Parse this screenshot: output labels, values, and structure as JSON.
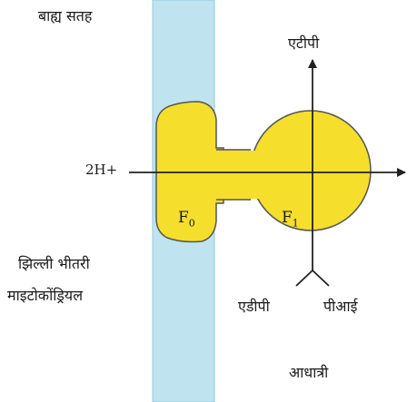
{
  "labels": {
    "outer_surface": "बाह्य सतह",
    "atp": "एटीपी",
    "proton": "2H+",
    "f0_base": "F",
    "f0_sub": "0",
    "f1_base": "F",
    "f1_sub": "1",
    "membrane_line1": "झिल्ली भीतरी",
    "membrane_line2": "माइटोकोंड्रियल",
    "adp": "एडीपी",
    "pi": "पीआई",
    "matrix": "आधात्री"
  },
  "colors": {
    "membrane_fill": "#bfe3ef",
    "membrane_edge": "#8fcbe0",
    "enzyme_fill": "#f5de2c",
    "enzyme_stroke": "#555555",
    "arrow": "#222222"
  }
}
